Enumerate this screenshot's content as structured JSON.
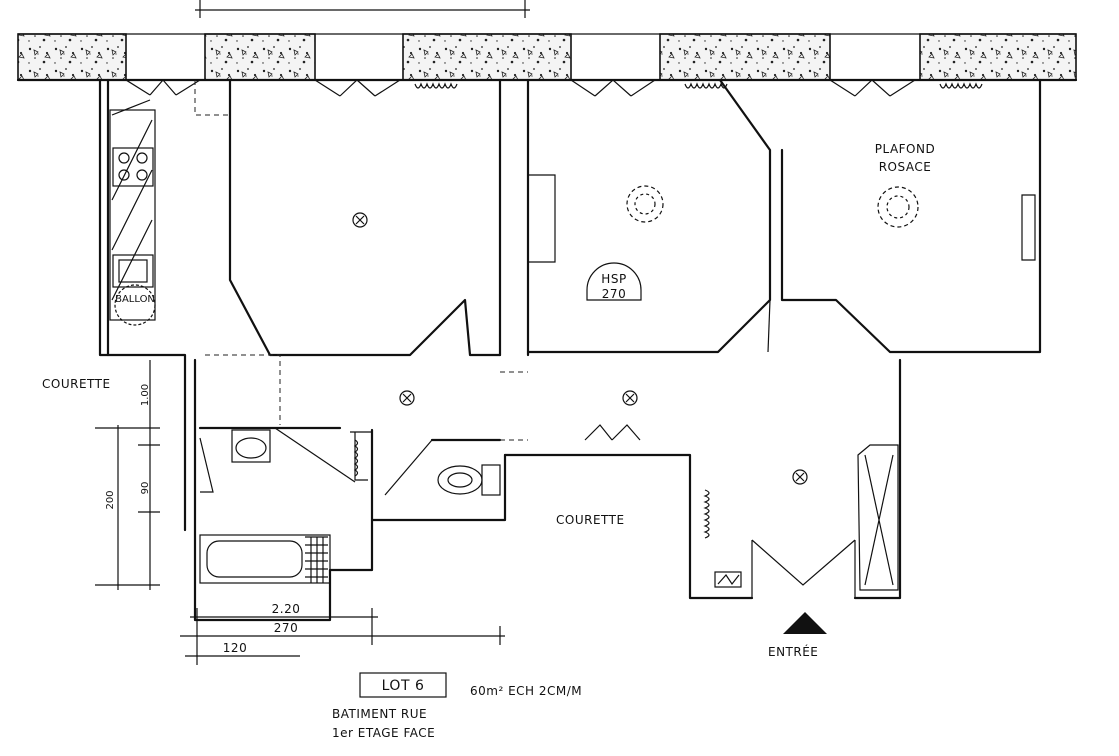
{
  "plan": {
    "ceiling_note": "PLAFOND ROSACE",
    "ceiling_note_line1": "PLAFOND",
    "ceiling_note_line2": "ROSACE",
    "ceiling_height_label": "HSP",
    "ceiling_height_value": "270",
    "boiler_label": "BALLON",
    "courtyard_left": "COURETTE",
    "courtyard_center": "COURETTE",
    "entrance_label": "ENTRÉE",
    "lot_box": "LOT 6",
    "area_scale": "60m² ECH 2CM/M",
    "building_line1": "BATIMENT RUE",
    "building_line2": "1er ETAGE FACE"
  },
  "dimensions": {
    "courette_depth": "1.00",
    "overall_height": "200",
    "inner_height": "90",
    "width_a": "2.20",
    "width_b": "270",
    "width_c": "120"
  },
  "colors": {
    "ink": "#111111",
    "paper": "#ffffff",
    "marker": "#1a1a1a"
  }
}
